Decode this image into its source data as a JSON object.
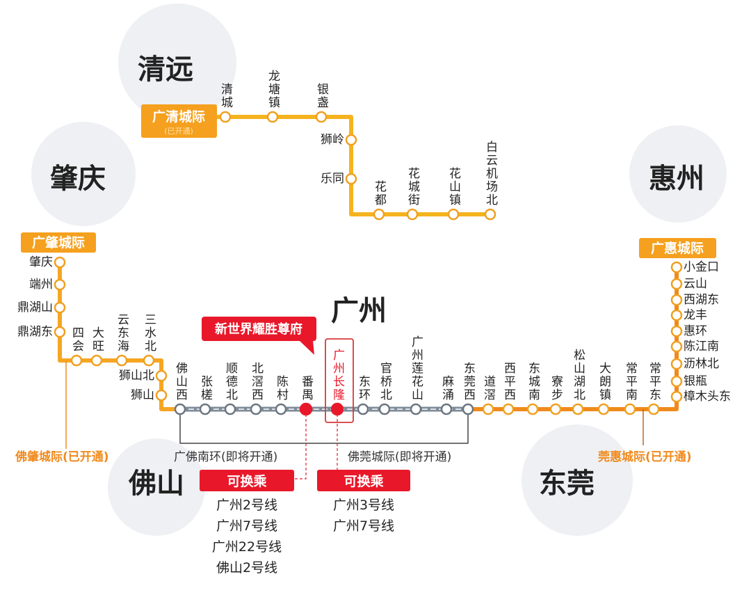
{
  "cities": {
    "qingyuan": "清远",
    "zhaoqing": "肇庆",
    "guangzhou": "广州",
    "huizhou": "惠州",
    "foshan": "佛山",
    "dongguan": "东莞"
  },
  "colors": {
    "orange": "#f5a623",
    "deep_orange": "#f08a1c",
    "grey_line": "#7f8c99",
    "red": "#e8182a",
    "label_orange": "#f08a1c"
  },
  "lines": {
    "guangqing": {
      "name": "广清城际",
      "status": "(已开通)",
      "stations": [
        "清城",
        "龙塘镇",
        "银盏",
        "狮岭",
        "乐同",
        "花都",
        "花城街",
        "花山镇",
        "白云机场北"
      ]
    },
    "guangzhao": {
      "name": "广肇城际",
      "stations": [
        "肇庆",
        "端州",
        "鼎湖山",
        "鼎湖东",
        "四会",
        "大旺",
        "云东海",
        "三水北",
        "狮山北",
        "狮山"
      ]
    },
    "main": {
      "stations": [
        "佛山西",
        "张槎",
        "顺德北",
        "北滘西",
        "陈村",
        "番禺",
        "广州长隆",
        "东环",
        "官桥北",
        "广州莲花山",
        "麻涌",
        "东莞西"
      ]
    },
    "guanhui_west": {
      "stations": [
        "道滘",
        "西平西",
        "东城南",
        "寮步",
        "松山湖北",
        "大朗镇",
        "常平南",
        "常平东"
      ]
    },
    "guanghui": {
      "name": "广惠城际",
      "stations": [
        "樟木头东",
        "银瓶",
        "沥林北",
        "陈江南",
        "惠环",
        "龙丰",
        "西湖东",
        "云山",
        "小金口"
      ]
    }
  },
  "labels": {
    "fozhao": "佛肇城际(已开通)",
    "guangfo_south": "广佛南环(即将开通)",
    "fowan": "佛莞城际(即将开通)",
    "wanhui": "莞惠城际(已开通)",
    "callout": "新世界耀胜尊府"
  },
  "transfers": [
    {
      "title": "可换乘",
      "lines": [
        "广州2号线",
        "广州7号线",
        "广州22号线",
        "佛山2号线"
      ]
    },
    {
      "title": "可换乘",
      "lines": [
        "广州3号线",
        "广州7号线"
      ]
    }
  ]
}
